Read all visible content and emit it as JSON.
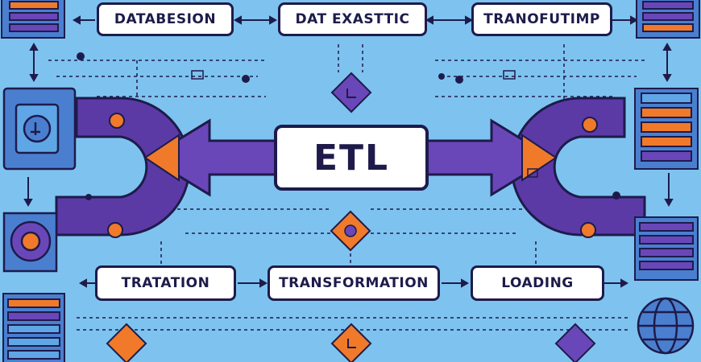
{
  "top_labels": [
    "DATABESION",
    "DAT EXASTTIC",
    "TRANOFUTIMP"
  ],
  "center_label": "ETL",
  "bottom_labels": [
    "TRATATION",
    "TRANSFORMATION",
    "LOADING"
  ],
  "colors": {
    "background": "#7ec3ef",
    "accent_purple": "#5b3aa6",
    "accent_orange": "#f07a2a",
    "outline": "#1e1b4b",
    "server_blue": "#4a7fd0"
  }
}
